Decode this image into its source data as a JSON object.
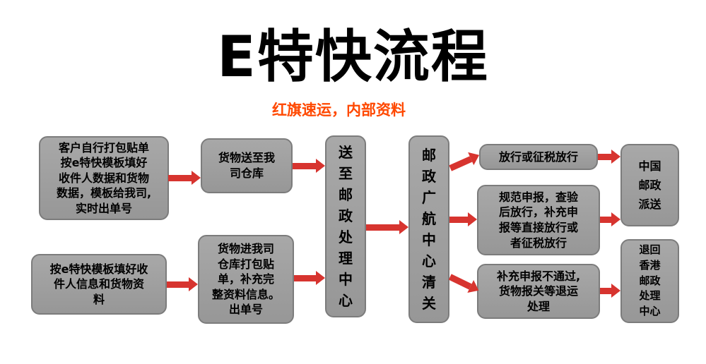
{
  "header": {
    "title": "E特快流程",
    "subtitle": "红旗速运，内部资料"
  },
  "nodes": {
    "customer_self_pack": "客户自行打包贴单\n按e特快模板填好\n收件人数据和货物\n数据，模板给我司,\n实时出单号",
    "template_fill": "按e特快模板填好收\n件人信息和货物资\n料",
    "goods_to_warehouse": "货物送至我\n司仓库",
    "warehouse_pack": "货物进我司\n仓库打包贴\n单，补充完\n整资料信息。\n出单号",
    "to_postal_center": "送至邮政处理中心",
    "customs_clear": "邮政广航中心清关",
    "release_or_tax": "放行或征税放行",
    "standard_declaration": "规范申报，查验\n后放行，补充申\n报等直接放行或\n者征税放行",
    "declaration_failed": "补充申报不通过,\n货物报关等退运\n处理",
    "china_post_delivery": "中国\n邮政\n派送",
    "return_hk_postal": "退回\n香港\n邮政\n处理\n中心"
  },
  "colors": {
    "title": "#000000",
    "subtitle": "#ff4800",
    "box_fill": "#979797",
    "box_fill_light": "#a8a8a8",
    "box_border": "#7c7c7c",
    "arrow": "#d7342f",
    "background": "#ffffff"
  }
}
